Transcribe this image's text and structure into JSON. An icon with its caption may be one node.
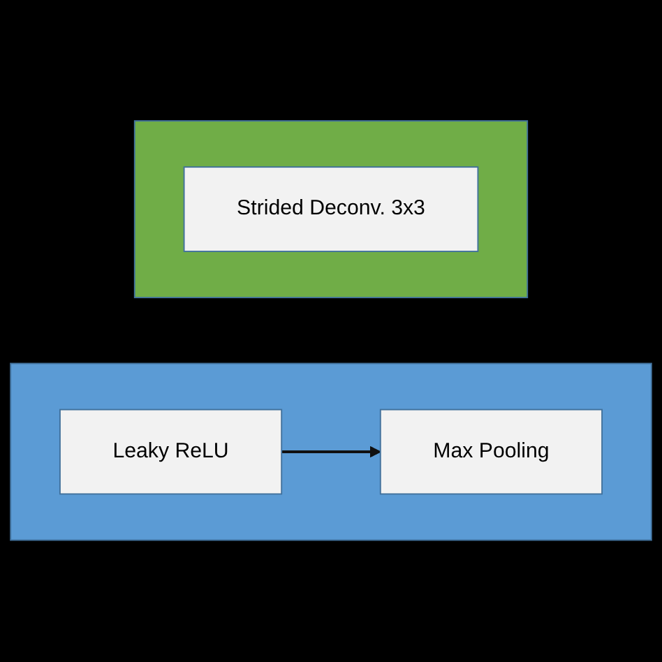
{
  "diagram": {
    "nodes": [
      {
        "text": [],
        "shape": "trapezoid"
      },
      {
        "text": [
          "Leaky ReLU"
        ],
        "in": 0
      },
      {
        "text": [
          "Max Pooling"
        ],
        "in": 0
      },
      {
        "text": [],
        "shape": "trapezoid"
      },
      {
        "text": [
          "Strided Deconv. 3x3"
        ],
        "in": 3
      }
    ],
    "edges": [
      {
        "from": 1,
        "to": 2,
        "arrow": "to"
      }
    ]
  }
}
